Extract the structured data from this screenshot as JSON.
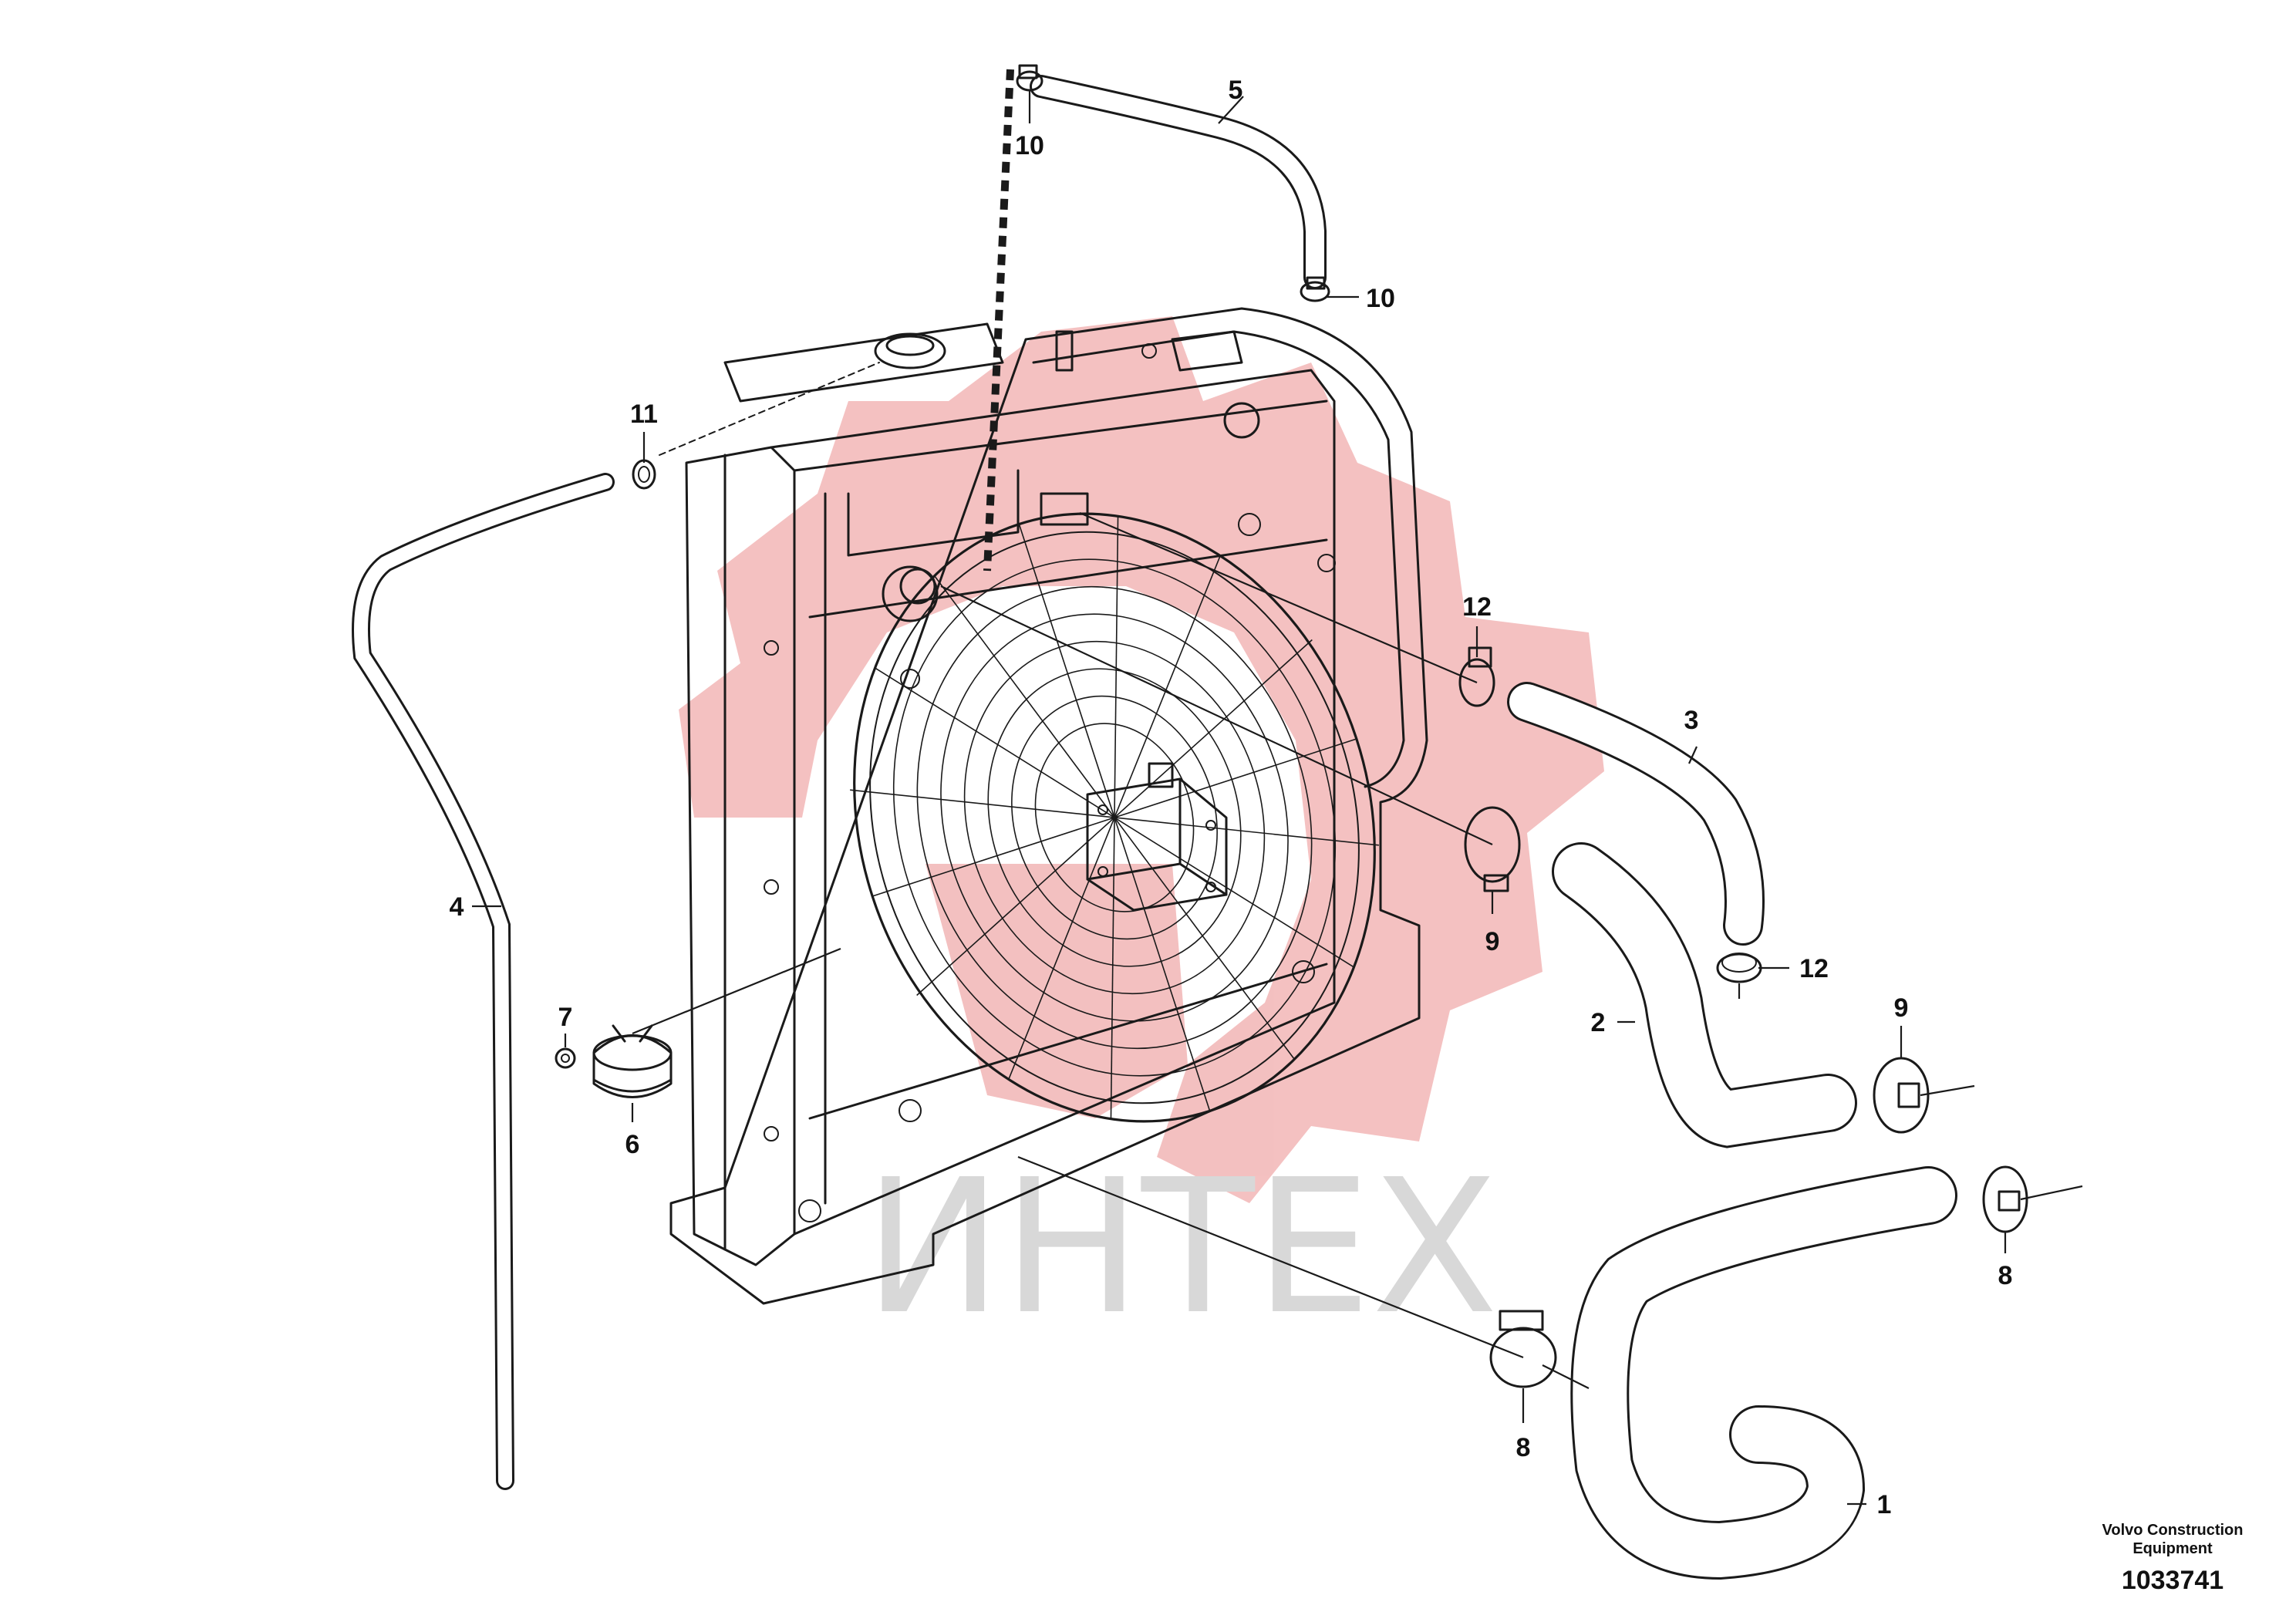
{
  "watermark": {
    "text": "ИНТЕХ",
    "gear_color": "#f2b6b6",
    "text_color": "#d8d8d8"
  },
  "parts": {
    "p1": "1",
    "p2": "2",
    "p3": "3",
    "p4": "4",
    "p5": "5",
    "p6": "6",
    "p7": "7",
    "p8a": "8",
    "p8b": "8",
    "p9a": "9",
    "p9b": "9",
    "p10a": "10",
    "p10b": "10",
    "p11": "11",
    "p12a": "12",
    "p12b": "12"
  },
  "caption": {
    "brand_line1": "Volvo Construction",
    "brand_line2": "Equipment",
    "number": "1033741"
  },
  "colors": {
    "line": "#1a1a1a",
    "background": "#ffffff"
  }
}
